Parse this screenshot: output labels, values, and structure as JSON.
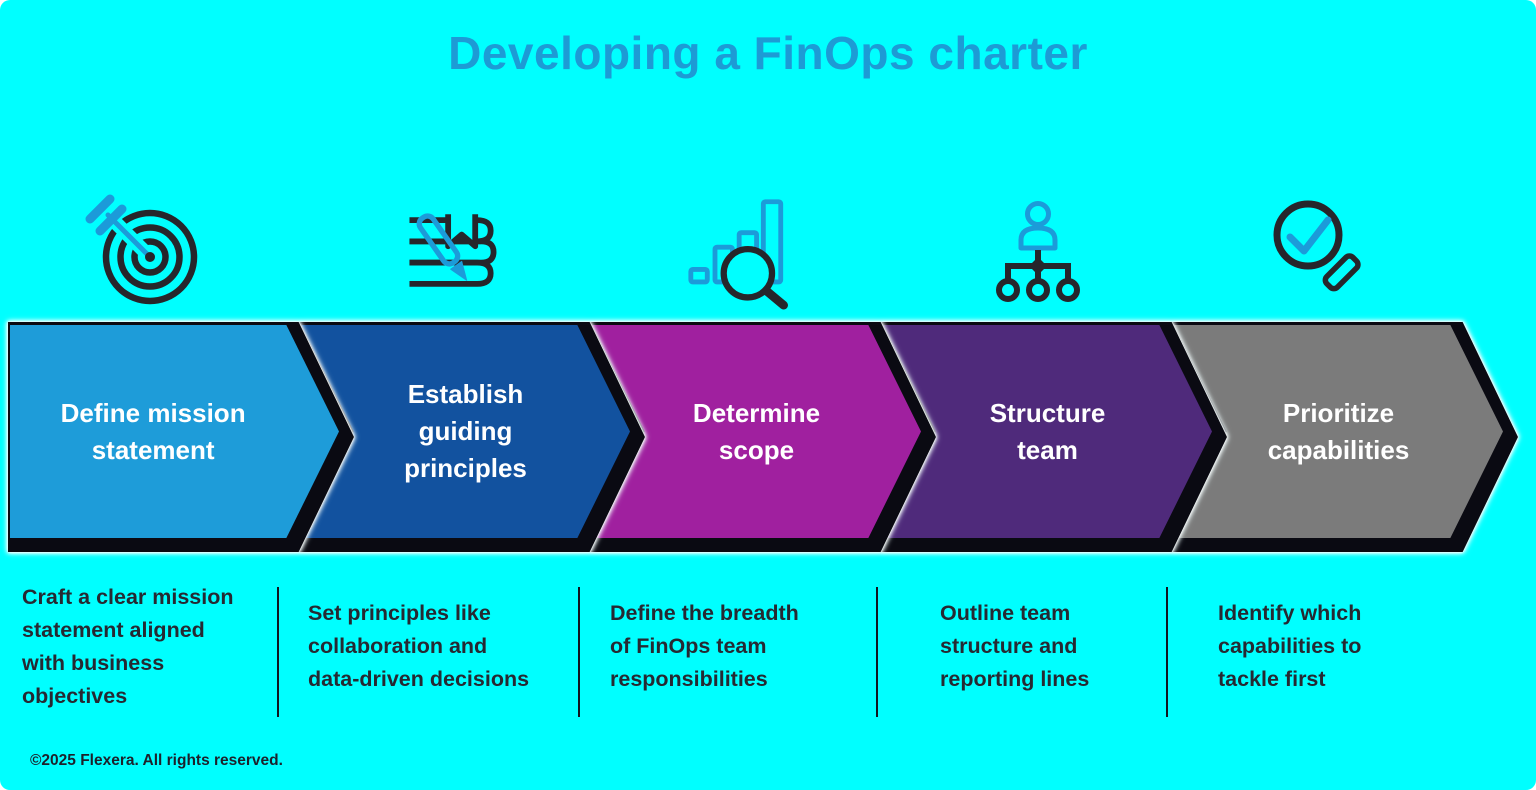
{
  "title": "Developing a FinOps charter",
  "footer": "©2025 Flexera. All rights reserved.",
  "colors": {
    "background": "#00FFFF",
    "title_text": "#1D9BD5",
    "body_text": "#262932",
    "chevron_label_text": "#FFFFFF",
    "chevron_outline_shadow": "#0A0A12",
    "icon_blue": "#1C9BD9",
    "icon_dark": "#26262B"
  },
  "steps": [
    {
      "label": "Define mission\nstatement",
      "description": "Craft a clear mission\nstatement aligned\nwith business\nobjectives",
      "color": "#1E9CD9",
      "icon": "target-arrow-icon"
    },
    {
      "label": "Establish\nguiding\nprinciples",
      "description": "Set principles like\ncollaboration and\ndata-driven decisions",
      "color": "#12529F",
      "icon": "book-pen-icon"
    },
    {
      "label": "Determine\nscope",
      "description": "Define the breadth\nof FinOps team\nresponsibilities",
      "color": "#A0209F",
      "icon": "chart-magnifier-icon"
    },
    {
      "label": "Structure\nteam",
      "description": "Outline team\nstructure and\nreporting lines",
      "color": "#4F2A7B",
      "icon": "org-chart-icon"
    },
    {
      "label": "Prioritize\ncapabilities",
      "description": "Identify which\ncapabilities to\ntackle first",
      "color": "#7B7B7B",
      "icon": "check-magnifier-icon"
    }
  ]
}
